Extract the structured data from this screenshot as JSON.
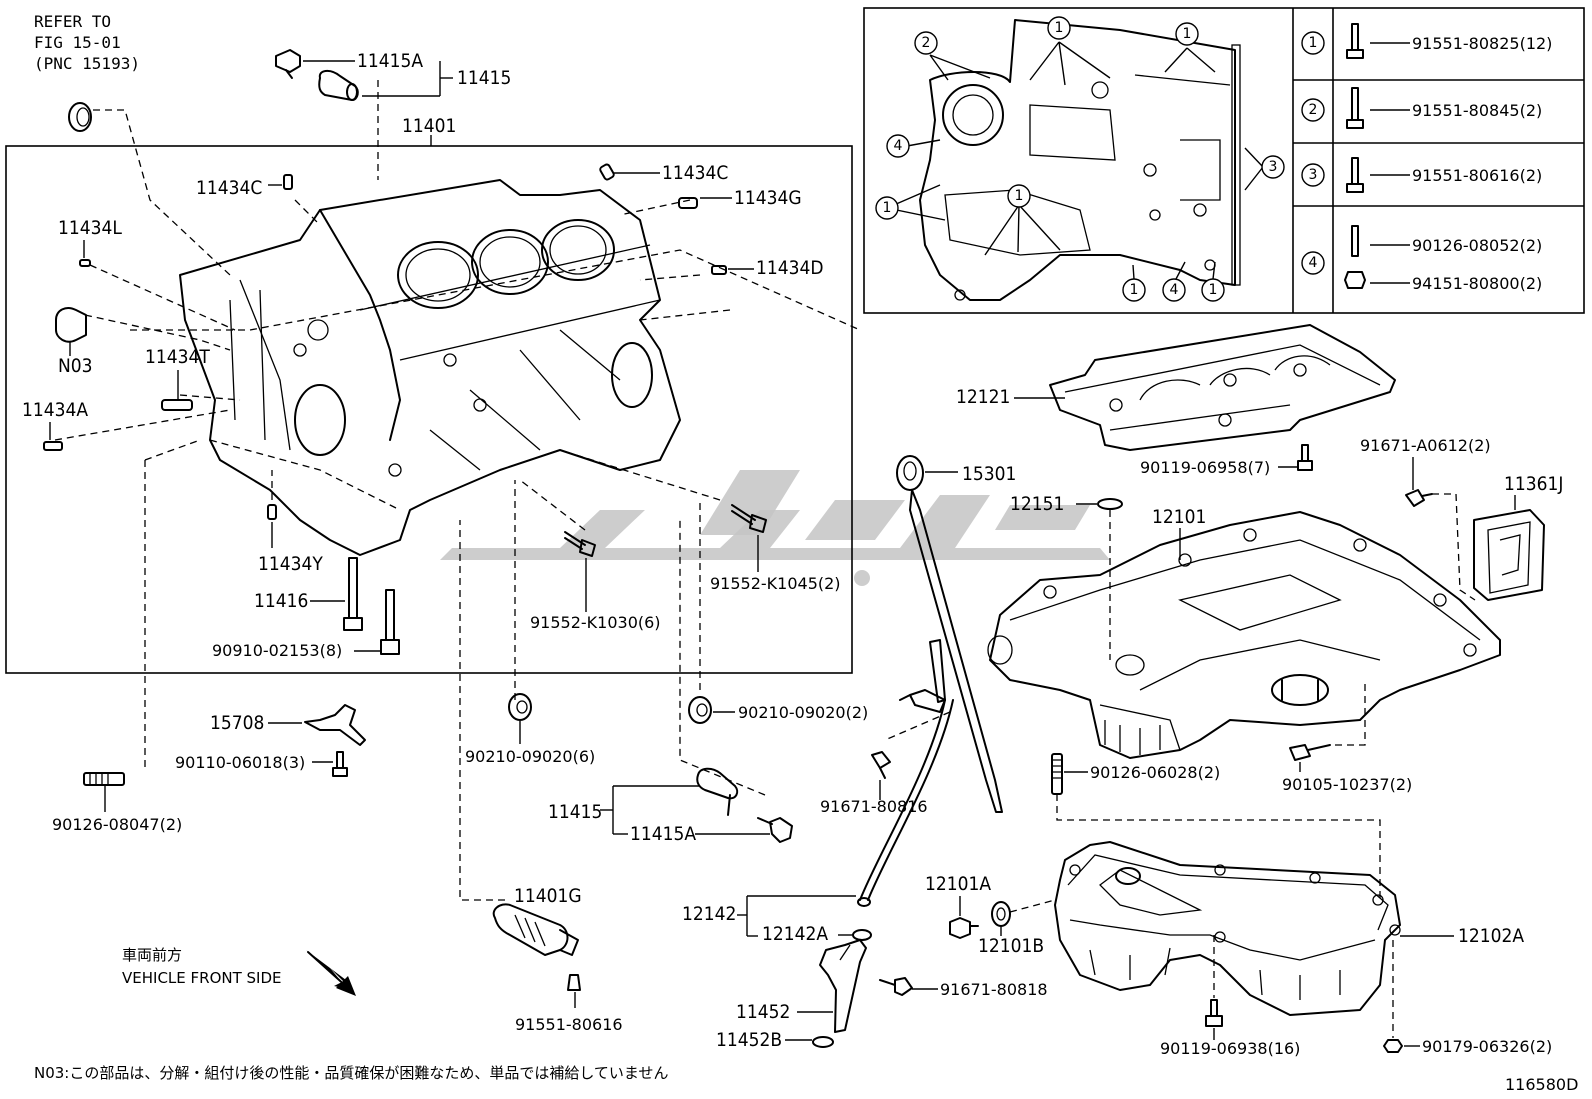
{
  "refer_note": [
    "REFER TO",
    "FIG 15-01",
    "(PNC 15193)"
  ],
  "block_group_label": "11401",
  "callouts": {
    "c11415A_top": "11415A",
    "c11415_top": "11415",
    "c11434C_left": "11434C",
    "c11434C_right": "11434C",
    "c11434G": "11434G",
    "c11434L": "11434L",
    "c11434D": "11434D",
    "cN03": "N03",
    "c11434T": "11434T",
    "c11434A": "11434A",
    "c11434Y": "11434Y",
    "c11416": "11416",
    "c90910": "90910-02153(8)",
    "c91552_K1030": "91552-K1030(6)",
    "c91552_K1045": "91552-K1045(2)",
    "c15708": "15708",
    "c90110": "90110-06018(3)",
    "c90126_08047": "90126-08047(2)",
    "c90210_a": "90210-09020(6)",
    "c90210_b": "90210-09020(2)",
    "c11415_bot": "11415",
    "c11415A_bot": "11415A",
    "c11401G": "11401G",
    "c91551_80616": "91551-80616",
    "c12121": "12121",
    "c90119_06958": "90119-06958(7)",
    "c91671_A0612": "91671-A0612(2)",
    "c11361J": "11361J",
    "c15301": "15301",
    "c12151": "12151",
    "c12101": "12101",
    "c91671_80816": "91671-80816",
    "c90126_06028": "90126-06028(2)",
    "c90105": "90105-10237(2)",
    "c12142": "12142",
    "c12142A": "12142A",
    "c12101A": "12101A",
    "c12101B": "12101B",
    "c12102A": "12102A",
    "c91671_80818": "91671-80818",
    "c11452": "11452",
    "c11452B": "11452B",
    "c90119_06938": "90119-06938(16)",
    "c90179": "90179-06326(2)"
  },
  "bolt_table": [
    {
      "ref": "1",
      "parts": [
        "91551-80825(12)"
      ]
    },
    {
      "ref": "2",
      "parts": [
        "91551-80845(2)"
      ]
    },
    {
      "ref": "3",
      "parts": [
        "91551-80616(2)"
      ]
    },
    {
      "ref": "4",
      "parts": [
        "90126-08052(2)",
        "94151-80800(2)"
      ]
    }
  ],
  "inset_markers": [
    "1",
    "1",
    "1",
    "1",
    "1",
    "1",
    "2",
    "3",
    "4",
    "4"
  ],
  "front_note": {
    "jp": "車両前方",
    "en": "VEHICLE FRONT SIDE"
  },
  "footnote": "N03:この部品は、分解・組付け後の性能・品質確保が困難なため、単品では補給していません",
  "figure_id": "116580D"
}
